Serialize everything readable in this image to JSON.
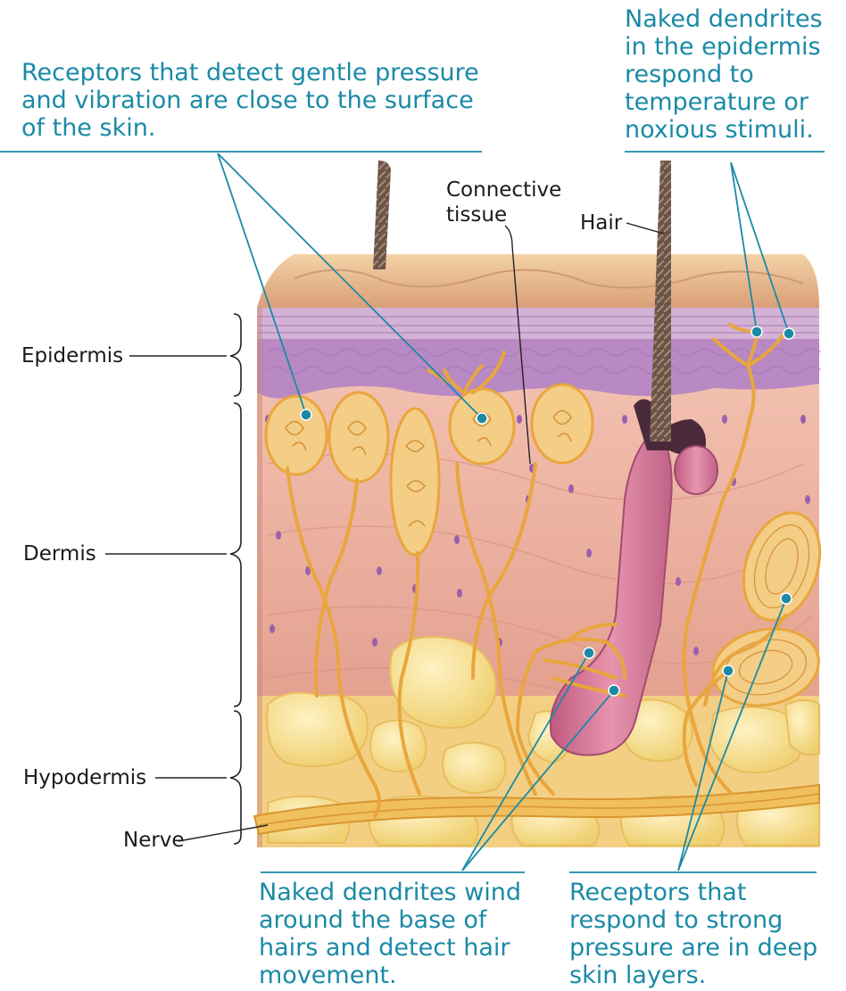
{
  "diagram": {
    "callouts": {
      "gentle_pressure": "Receptors that detect gentle pressure\nand vibration are close to the surface\nof the skin.",
      "naked_epidermis": "Naked dendrites\nin the epidermis\nrespond to\ntemperature or\nnoxious stimuli.",
      "hair_base": "Naked dendrites wind\naround the base of\nhairs and detect hair\nmovement.",
      "strong_pressure": "Receptors that\nrespond to strong\npressure are in deep\nskin layers."
    },
    "labels": {
      "epidermis": "Epidermis",
      "dermis": "Dermis",
      "hypodermis": "Hypodermis",
      "nerve": "Nerve",
      "connective_line1": "Connective",
      "connective_line2": "tissue",
      "hair": "Hair"
    },
    "colors": {
      "callout_teal": "#1a8aa6",
      "epidermis_purple": "#b889c2",
      "dermis_pink": "#e8a89a",
      "fat_yellow": "#f6de8c",
      "nerve_orange": "#e9a63c",
      "hair_shaft": "#6b5548",
      "follicle_pink": "#d67a98"
    }
  }
}
